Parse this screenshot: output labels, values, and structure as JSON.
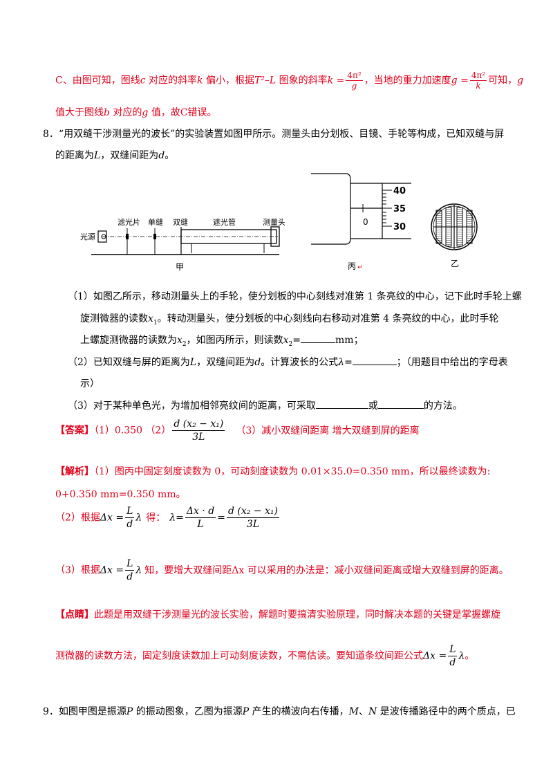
{
  "prev": {
    "c_a": "C、由图可知，图线",
    "c_b": "c",
    "c_c": " 对应的斜率",
    "c_d": "k",
    "c_e": " 偏小，根据",
    "c_f": "T²–L",
    "c_g": " 图象的斜率",
    "k_eq": "k =",
    "frac_num": "4π²",
    "frac_den": "g",
    "c_h": "，当地的重力加速度",
    "g_eq": "g =",
    "frac2_num": "4π²",
    "frac2_den": "k",
    "c_i": "可知，",
    "c_j": "g",
    "line2_a": "值大于图线",
    "line2_b": "b",
    "line2_c": " 对应的",
    "line2_d": "g",
    "line2_e": " 值，故C错误。"
  },
  "q8": {
    "line1": "8．“用双缝干涉测量光的波长”的实验装置如图甲所示。测量头由分划板、目镜、手轮等构成，已知双缝与屏",
    "line2_a": "的距离为",
    "line2_b": "L",
    "line2_c": "，双缝间距为",
    "line2_d": "d",
    "line2_e": "。",
    "fig_jia": {
      "label_light": "光源",
      "label_filter": "滤光片",
      "label_single": "单缝",
      "label_double": "双缝",
      "label_tube": "遮光管",
      "label_head": "测量头",
      "caption": "甲"
    },
    "fig_bing": {
      "tick_40": "40",
      "tick_35": "35",
      "tick_30": "30",
      "tick_0": "0",
      "caption": "丙",
      "mark": "↵"
    },
    "fig_yi": {
      "caption": "乙"
    },
    "p1_l1": "（1）如图乙所示，移动测量头上的手轮，使分划板的中心刻线对准第 1 条亮纹的中心，记下此时手轮上螺",
    "p1_l2a": "旋测微器的读数",
    "p1_l2b": "x",
    "p1_l2c": "1",
    "p1_l2d": "。转动测量头，使分划板的中心刻线向右移动对准第 4 条亮纹的中心，此时手轮",
    "p1_l3a": "上螺旋测微器的读数为",
    "p1_l3b": "x",
    "p1_l3c": "2",
    "p1_l3d": "，如图丙所示，则读数",
    "p1_l3e": "x",
    "p1_l3f": "2",
    "p1_l3g": "=",
    "p1_l3h": "mm；",
    "p2_l1a": "（2）已知双缝与屏的距离为",
    "p2_l1b": "L",
    "p2_l1c": "，双缝间距为",
    "p2_l1d": "d",
    "p2_l1e": "。计算波长的公式",
    "p2_l1f": "λ",
    "p2_l1g": "=",
    "p2_l1h": "；（用题目中给出的字母表",
    "p2_l2": "示）",
    "p3_a": "（3）对于某种单色光，为增加相邻亮纹间的距离，可采取",
    "p3_b": "或",
    "p3_c": "的方法。",
    "answer_tag": "【答案】",
    "answer_1": "（1）0.350  （2）",
    "answer_num": "d (x₂ − x₁)",
    "answer_den": "3L",
    "answer_3": "（3）减小双缝间距离   增大双缝到屏的距离",
    "explain_tag": "【解析】",
    "explain_1": "（1）图丙中固定刻度读数为 0，可动刻度读数为 0.01×35.0=0.350 mm，所以最终读数为:",
    "explain_2": "0+0.350 mm=0.350 mm。",
    "explain_3a": "（2）根据",
    "explain_3b": "Δx =",
    "explain_3c": "λ",
    "explain_3d": "得：",
    "explain_3e": "λ=",
    "explain_3f": "=",
    "frac_L": "L",
    "frac_d": "d",
    "frac_dxd": "Δx · d",
    "frac_Lden": "L",
    "frac_ans_num": "d (x₂ − x₁)",
    "frac_ans_den": "3L",
    "explain_4a": "（3）根据",
    "explain_4b": "Δx =",
    "explain_4c": "λ",
    "explain_4d": "知，要增大双缝间距Δx 可以采用的办法是：减小双缝间距离或增大双缝到屏的距离。",
    "dianjing_tag": "【点睛】",
    "dianjing_1": "此题是用双缝干涉测量光的波长实验，解题时要搞清实验原理，同时解决本题的关键是掌握螺旋",
    "dianjing_2": "测微器的读数方法，固定刻度读数加上可动刻度读数，不需估读。要知道条纹间距公式",
    "dianjing_3": "Δx =",
    "dianjing_4": "λ",
    "dianjing_5": "。"
  },
  "q9": {
    "line1a": "9．如图甲图是振源",
    "line1b": "P",
    "line1c": " 的振动图象，乙图为振源",
    "line1d": "P",
    "line1e": " 产生的横波向右传播，",
    "line1f": "M",
    "line1g": "、",
    "line1h": "N",
    "line1i": " 是波传播路径中的两个质点，已"
  }
}
